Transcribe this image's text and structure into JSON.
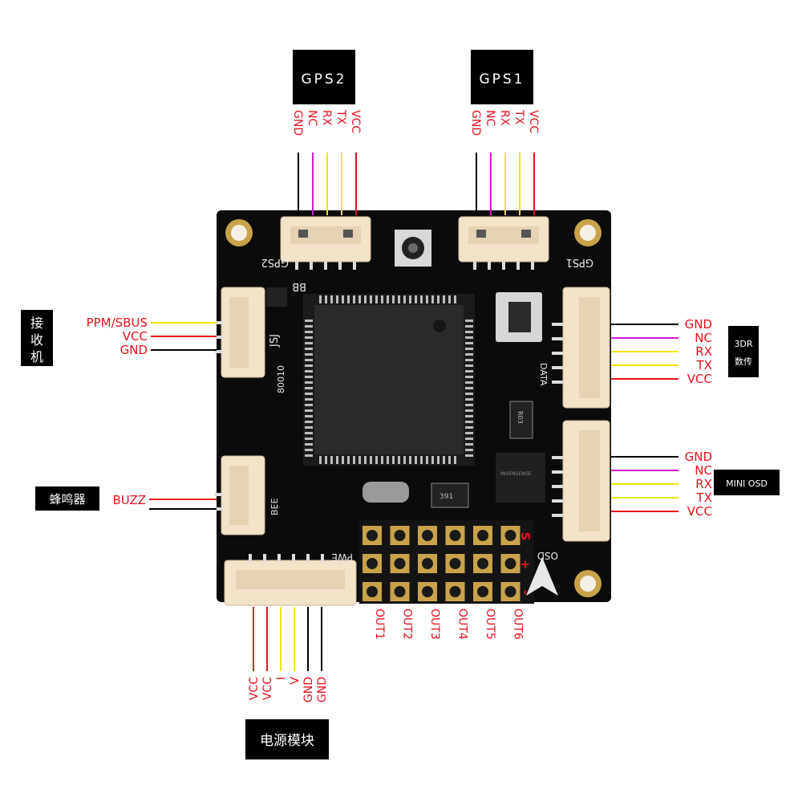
{
  "colors": {
    "red": "#e8121b",
    "yellow": "#f2e600",
    "magenta": "#d21ad8",
    "black": "#000000",
    "board": "#0b0b0b",
    "connector": "#f3e3c9",
    "gold": "#c9a24a"
  },
  "gps2": {
    "title": "GPS2",
    "pins": [
      "GND",
      "NC",
      "RX",
      "TX",
      "VCC"
    ]
  },
  "gps1": {
    "title": "GPS1",
    "pins": [
      "GND",
      "NC",
      "RX",
      "TX",
      "VCC"
    ]
  },
  "receiver": {
    "title_lines": [
      "接",
      "收",
      "机"
    ],
    "pins": [
      "PPM/SBUS",
      "VCC",
      "GND"
    ]
  },
  "buzzer": {
    "title": "蜂鸣器",
    "pins": [
      "BUZZ"
    ]
  },
  "telemetry": {
    "title_lines": [
      "3DR",
      "数传"
    ],
    "pins": [
      "GND",
      "NC",
      "RX",
      "TX",
      "VCC"
    ]
  },
  "minosd": {
    "title": "MINI OSD",
    "pins": [
      "GND",
      "NC",
      "RX",
      "TX",
      "VCC"
    ]
  },
  "power": {
    "title": "电源模块",
    "pins": [
      "VCC",
      "VCC",
      "I",
      "V",
      "GND",
      "GND"
    ]
  },
  "outputs": {
    "labels": [
      "OUT1",
      "OUT2",
      "OUT3",
      "OUT4",
      "OUT5",
      "OUT6"
    ],
    "rail_labels": [
      "S",
      "+",
      "-"
    ]
  },
  "silkscreen": {
    "gps2": "GPS2",
    "gps1": "GPS1",
    "bb": "BB",
    "jsj": "JSJ",
    "board_id": "80010",
    "data": "DATA",
    "osd": "OSD",
    "pwe": "PWE",
    "bee": "BEE",
    "chip_r": "R03",
    "chip_391": "391",
    "invensense": "INVENSENSE"
  }
}
